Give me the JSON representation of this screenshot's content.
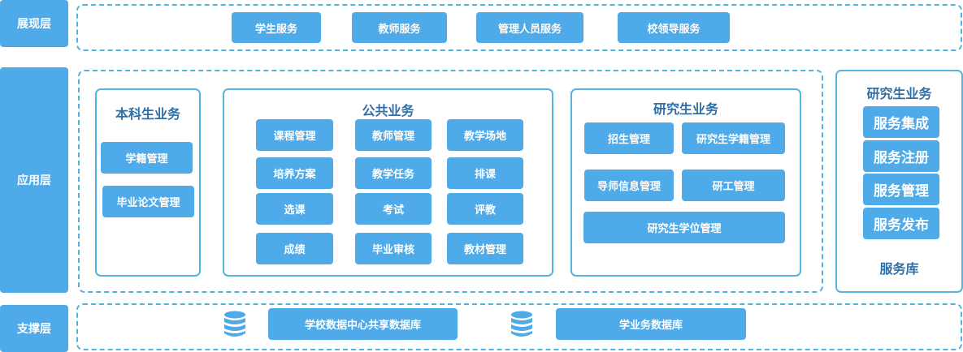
{
  "colors": {
    "accent": "#4eaae8",
    "border": "#57b4e0",
    "title_text": "#2f6fa6"
  },
  "presentation_layer": {
    "label": "展现层",
    "services": [
      "学生服务",
      "教师服务",
      "管理人员服务",
      "校领导服务"
    ]
  },
  "application_layer": {
    "label": "应用层",
    "undergraduate": {
      "title": "本科生业务",
      "items": [
        "学籍管理",
        "毕业论文管理"
      ]
    },
    "public": {
      "title": "公共业务",
      "items": [
        "课程管理",
        "教师管理",
        "教学场地",
        "培养方案",
        "教学任务",
        "排课",
        "选课",
        "考试",
        "评教",
        "成绩",
        "毕业审核",
        "教材管理"
      ]
    },
    "graduate": {
      "title": "研究生业务",
      "items": [
        "招生管理",
        "研究生学籍管理",
        "导师信息管理",
        "研工管理",
        "研究生学位管理"
      ]
    },
    "service_library": {
      "title": "研究生业务",
      "items": [
        "服务集成",
        "服务注册",
        "服务管理",
        "服务发布"
      ],
      "footer": "服务库"
    }
  },
  "support_layer": {
    "label": "支撑层",
    "databases": [
      {
        "icon": "database-icon",
        "label": "学校数据中心共享数据库"
      },
      {
        "icon": "database-icon",
        "label": "学业务数据库"
      }
    ]
  }
}
